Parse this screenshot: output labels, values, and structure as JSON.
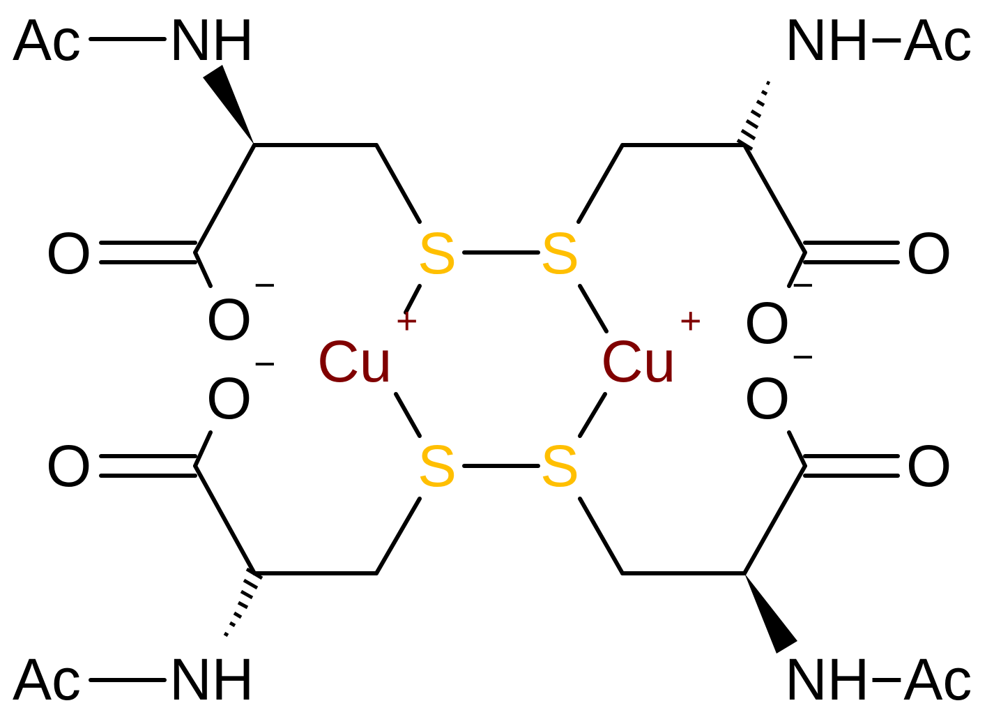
{
  "colors": {
    "bond": "#000000",
    "carbon_text": "#000000",
    "sulfur": "#FFBF00",
    "copper": "#800000"
  },
  "atoms": {
    "ac_top_left": "Ac",
    "nh_top_left": "NH",
    "o_double_upper_left": "O",
    "o_minus_upper_left": "O",
    "s_upper_left": "S",
    "s_upper_right": "S",
    "nh_ac_top_right": "NH−Ac",
    "o_double_upper_right": "O",
    "o_minus_upper_right": "O",
    "cu_left": "Cu",
    "cu_right": "Cu",
    "o_minus_lower_left": "O",
    "o_double_lower_left": "O",
    "s_lower_left": "S",
    "s_lower_right": "S",
    "o_minus_lower_right": "O",
    "o_double_lower_right": "O",
    "ac_bottom_left": "Ac",
    "nh_bottom_left": "NH",
    "nh_ac_bottom_right": "NH−Ac"
  },
  "charges": {
    "minus": "−",
    "plus": "+"
  }
}
